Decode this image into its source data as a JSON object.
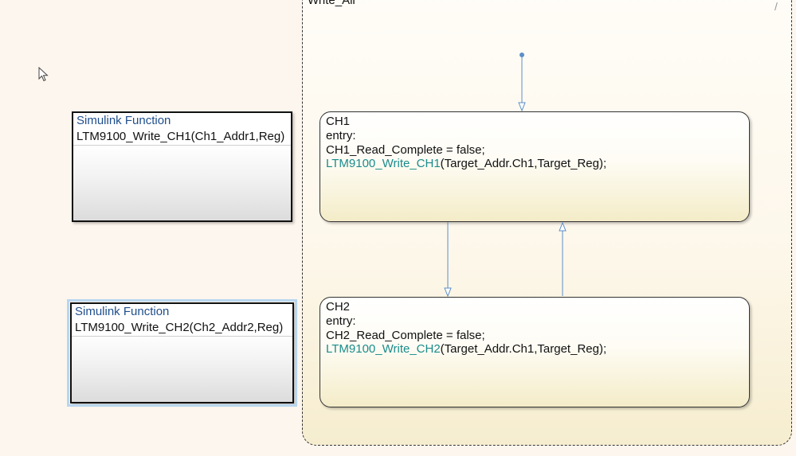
{
  "superstate": {
    "label": "Write_All",
    "corner_mark": "/"
  },
  "functions": [
    {
      "title": "Simulink Function",
      "signature": "LTM9100_Write_CH1(Ch1_Addr1,Reg)"
    },
    {
      "title": "Simulink Function",
      "signature": "LTM9100_Write_CH2(Ch2_Addr2,Reg)"
    }
  ],
  "states": [
    {
      "name": "CH1",
      "entry": "entry:",
      "line1": "CH1_Read_Complete = false;",
      "call_name": "LTM9100_Write_CH1",
      "call_args": "(Target_Addr.Ch1,Target_Reg);"
    },
    {
      "name": "CH2",
      "entry": "entry:",
      "line1": "CH2_Read_Complete = false;",
      "call_name": "LTM9100_Write_CH2",
      "call_args": "(Target_Addr.Ch1,Target_Reg);"
    }
  ],
  "colors": {
    "background": "#fdf6ee",
    "function_title": "#1f4e8c",
    "function_call": "#1a8c8c",
    "transition": "#5b8fc9",
    "selection": "#b8d6ef"
  },
  "icons": {
    "cursor": "mouse-pointer-icon"
  }
}
